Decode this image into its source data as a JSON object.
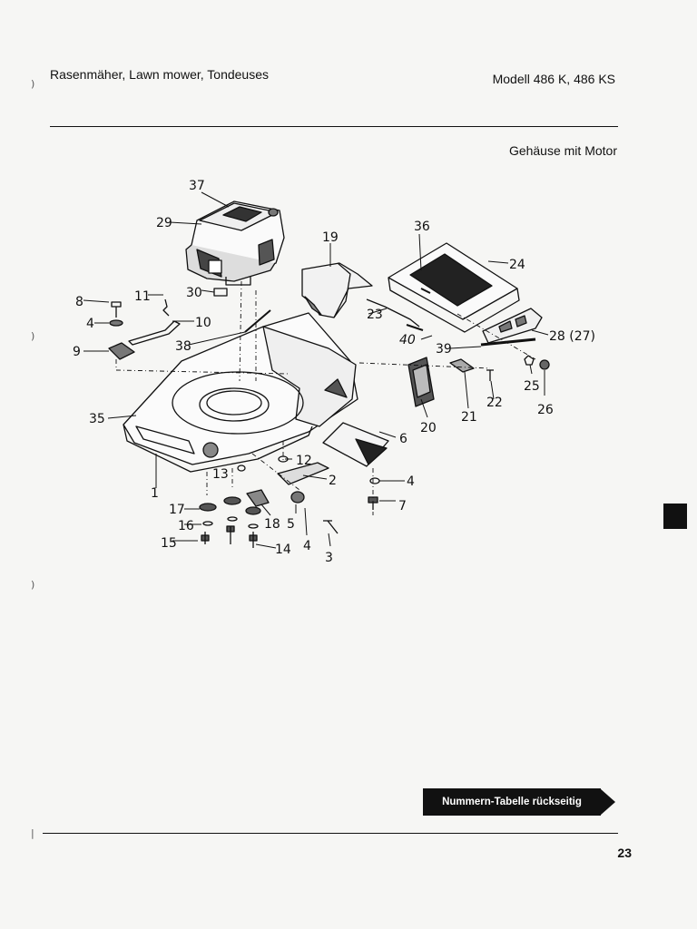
{
  "header": {
    "title": "Rasenmäher, Lawn mower, Tondeuses",
    "model": "Modell 486 K, 486 KS"
  },
  "section_title": "Gehäuse mit Motor",
  "callouts": [
    {
      "id": "c1",
      "text": "1"
    },
    {
      "id": "c2",
      "text": "2"
    },
    {
      "id": "c3",
      "text": "3"
    },
    {
      "id": "c4a",
      "text": "4"
    },
    {
      "id": "c4b",
      "text": "4"
    },
    {
      "id": "c4c",
      "text": "4"
    },
    {
      "id": "c5",
      "text": "5"
    },
    {
      "id": "c6",
      "text": "6"
    },
    {
      "id": "c7",
      "text": "7"
    },
    {
      "id": "c8",
      "text": "8"
    },
    {
      "id": "c9",
      "text": "9"
    },
    {
      "id": "c10",
      "text": "10"
    },
    {
      "id": "c11",
      "text": "11"
    },
    {
      "id": "c12",
      "text": "12"
    },
    {
      "id": "c13",
      "text": "13"
    },
    {
      "id": "c14",
      "text": "14"
    },
    {
      "id": "c15",
      "text": "15"
    },
    {
      "id": "c16",
      "text": "16"
    },
    {
      "id": "c17",
      "text": "17"
    },
    {
      "id": "c18",
      "text": "18"
    },
    {
      "id": "c19",
      "text": "19"
    },
    {
      "id": "c20",
      "text": "20"
    },
    {
      "id": "c21",
      "text": "21"
    },
    {
      "id": "c22",
      "text": "22"
    },
    {
      "id": "c23",
      "text": "23"
    },
    {
      "id": "c24",
      "text": "24"
    },
    {
      "id": "c25",
      "text": "25"
    },
    {
      "id": "c26",
      "text": "26"
    },
    {
      "id": "c28",
      "text": "28 (27)"
    },
    {
      "id": "c29",
      "text": "29"
    },
    {
      "id": "c30",
      "text": "30"
    },
    {
      "id": "c35",
      "text": "35"
    },
    {
      "id": "c36",
      "text": "36"
    },
    {
      "id": "c37",
      "text": "37"
    },
    {
      "id": "c38",
      "text": "38"
    },
    {
      "id": "c39",
      "text": "39"
    },
    {
      "id": "c40",
      "text": "40"
    }
  ],
  "note": "Nummern-Tabelle rückseitig",
  "page_number": "23",
  "tab_marker_color": "#111111"
}
